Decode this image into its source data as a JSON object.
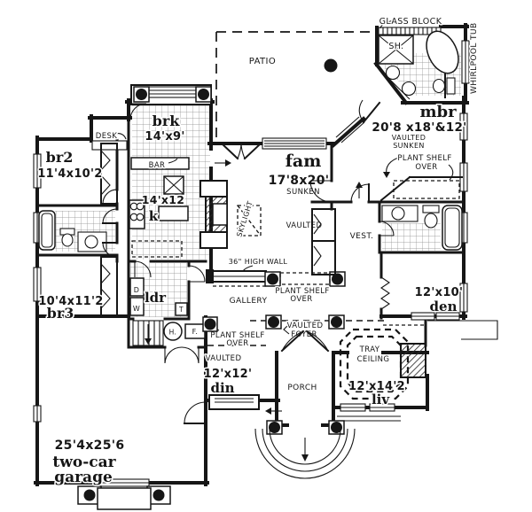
{
  "plan": {
    "patio": {
      "label": "PATIO"
    },
    "ensuite": {
      "glass_block": "GLASS BLOCK",
      "shower": "SH.",
      "whirlpool_tub": "WHIRLPOOL TUB"
    },
    "mbr": {
      "name": "mbr",
      "dims": "20'8 x18'&12'",
      "vaulted": "VAULTED",
      "sunken": "SUNKEN"
    },
    "plant_shelf": {
      "line1": "PLANT SHELF",
      "line2": "OVER"
    },
    "desk": {
      "label": "DESK"
    },
    "brk": {
      "name": "brk",
      "dims": "14'x9'",
      "bar": "BAR"
    },
    "kitchen": {
      "name": "k",
      "dims": "14'x12",
      "skylight": "SKYLIGHT"
    },
    "br2": {
      "name": "br2",
      "dims": "11'4x10'2"
    },
    "br3": {
      "name": "br3",
      "dims": "10'4x11'2"
    },
    "fam": {
      "name": "fam",
      "dims": "17'8x20'",
      "sunken": "SUNKEN",
      "vaulted": "VAULTED"
    },
    "high_wall": {
      "label": "36\" HIGH WALL"
    },
    "gallery": {
      "label": "GALLERY"
    },
    "vest": {
      "label": "VEST."
    },
    "ldr": {
      "name": "ldr",
      "dryer": "D",
      "washer": "W",
      "tank": "T",
      "heater": "H.",
      "furnace": "F."
    },
    "den": {
      "name": "den",
      "dims": "12'x10'"
    },
    "din": {
      "name": "din",
      "dims": "12'x12'",
      "vaulted": "VAULTED"
    },
    "foyer": {
      "line1": "VAULTED",
      "line2": "FOYER"
    },
    "tray_ceiling": {
      "line1": "TRAY",
      "line2": "CEILING"
    },
    "liv": {
      "name": "liv",
      "dims": "12'x14'2"
    },
    "porch": {
      "label": "PORCH"
    },
    "garage": {
      "dims": "25'4x25'6",
      "name_line1": "two-car",
      "name_line2": "garage"
    }
  },
  "colors": {
    "ink": "#161616",
    "paper": "#ffffff"
  }
}
